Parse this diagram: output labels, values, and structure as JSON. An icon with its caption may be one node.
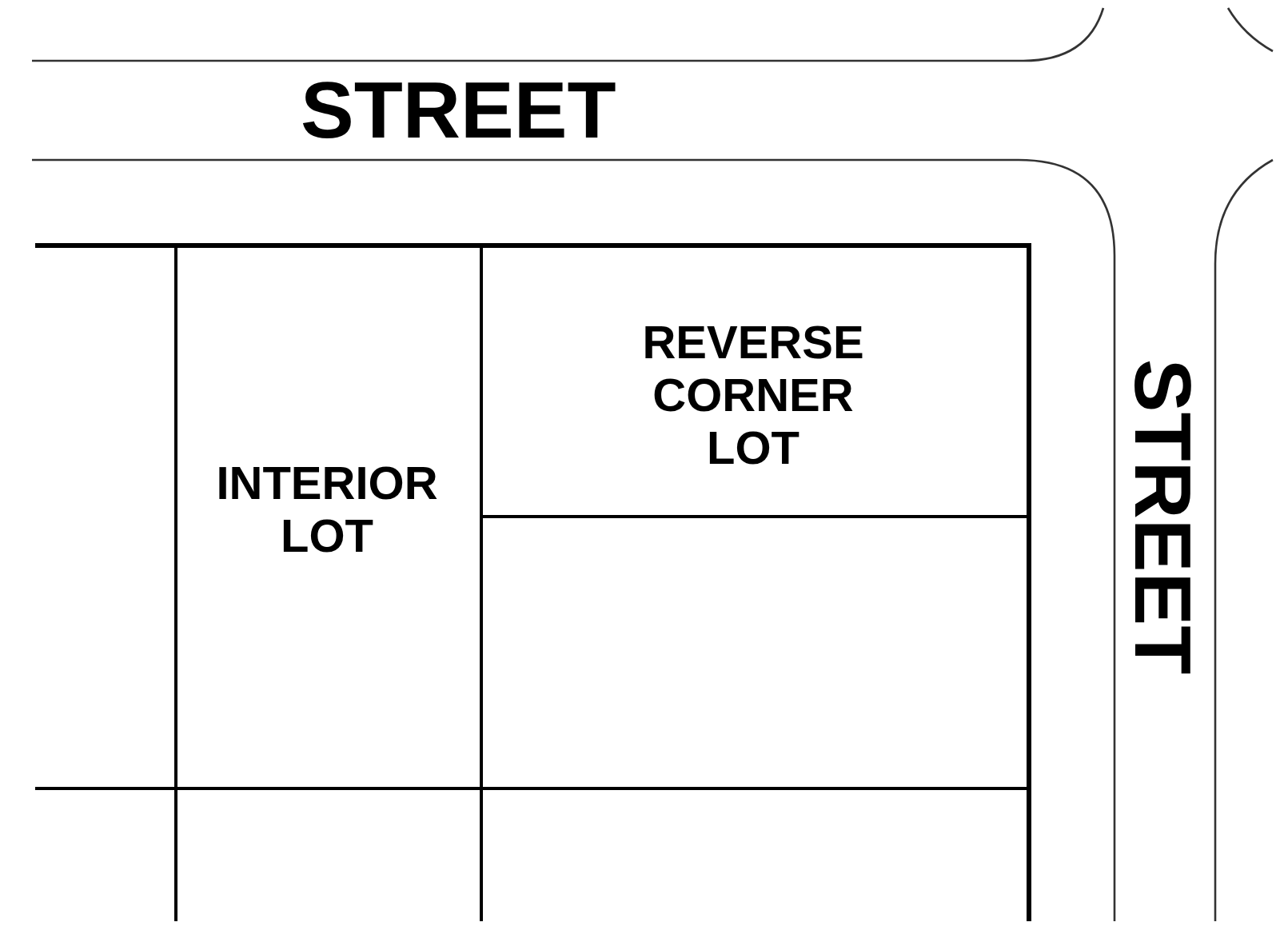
{
  "diagram": {
    "nodes": [
      {
        "text": [],
        "shape": "box"
      },
      {
        "text": [
          "INTERIOR LOT"
        ]
      },
      {
        "text": [
          "REVERSE CORNER LOT"
        ]
      },
      {
        "text": [],
        "shape": "box"
      },
      {
        "text": [],
        "shape": "box"
      },
      {
        "text": [],
        "shape": "box"
      },
      {
        "text": [],
        "shape": "box"
      }
    ],
    "labels": [
      "STREET",
      "STREET"
    ]
  }
}
